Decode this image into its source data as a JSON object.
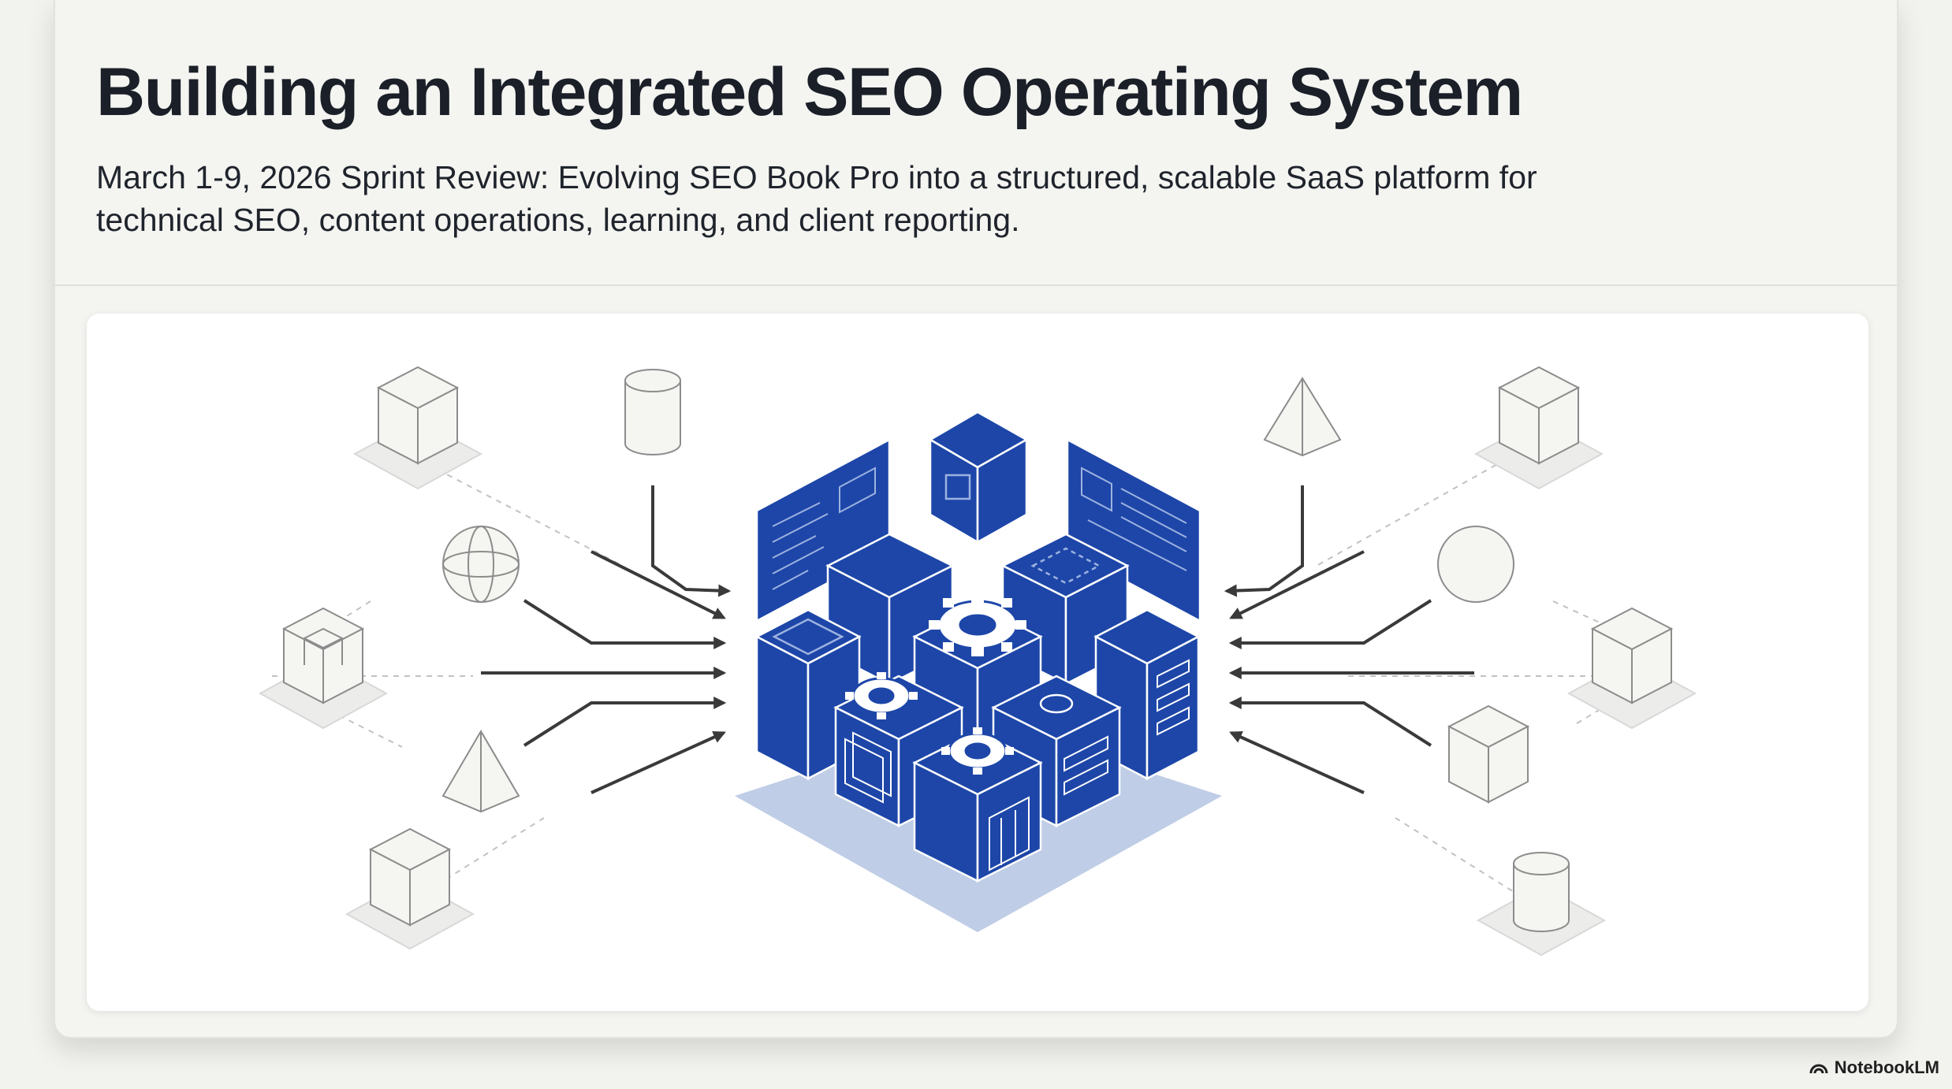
{
  "slide": {
    "title": "Building an Integrated SEO Operating System",
    "subtitle": "March 1-9, 2026 Sprint Review: Evolving SEO Book Pro into a structured, scalable SaaS platform for technical SEO, content operations, learning, and client reporting."
  },
  "illustration": {
    "accent_color": "#1d46a8",
    "shadow_color": "#bfcde6",
    "outline_color": "#8c8c8c"
  },
  "watermark": {
    "label": "NotebookLM"
  }
}
